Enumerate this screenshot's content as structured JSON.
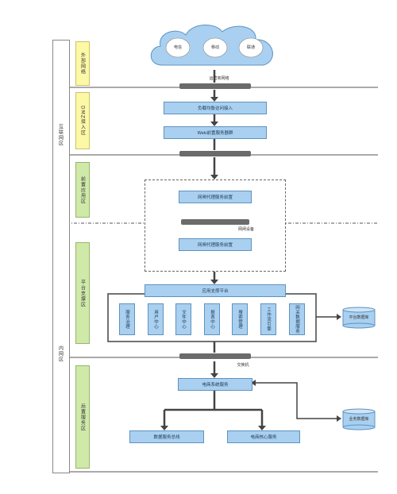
{
  "zones": {
    "internet": "互联网区",
    "intranet": "内网区"
  },
  "sections": {
    "external": "外部网络",
    "dmz": "DMZ接入区",
    "front_app": "前置应用区",
    "platform": "平台支撑区",
    "backend": "后置服务区"
  },
  "cloud": {
    "isp1": "电信",
    "isp2": "移动",
    "isp3": "联通"
  },
  "devices": {
    "edge_switch": "运营商网络",
    "gateway": "网闸设备",
    "inner_switch": "交换机"
  },
  "boxes": {
    "load_balancer": "负载均衡访问接入",
    "web_cluster": "Web前置服务器群",
    "proxy_top": "网闸代理服务前置",
    "proxy_bottom": "网闸代理服务前置",
    "platform": "应用支撑平台",
    "ecommerce": "电商系统服务",
    "data_bus": "数据服务总线",
    "core_service": "电商核心服务"
  },
  "modules": [
    "服务治理",
    "用户中心",
    "文件中心",
    "报表中心",
    "搜索管理",
    "工作流引擎",
    "网关数据服务"
  ],
  "databases": {
    "platform_db": "平台数据库",
    "business_db": "业务数据库"
  }
}
